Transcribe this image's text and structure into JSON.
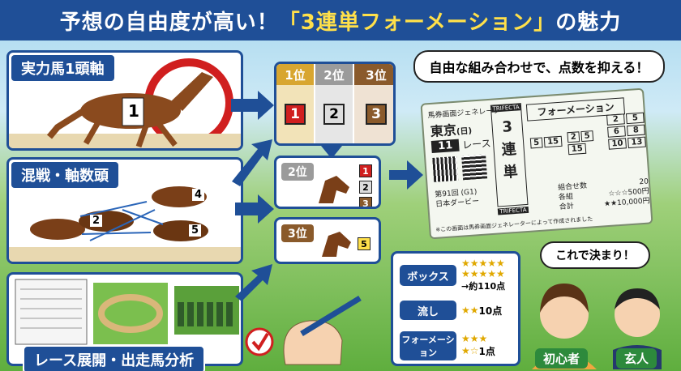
{
  "title": {
    "prefix": "予想の自由度が高い！",
    "highlight": "「3連単フォーメーション」",
    "suffix": "の魅力"
  },
  "panels": {
    "axis_one": "実力馬1頭軸",
    "mixed": "混戦・軸数頭",
    "analysis": "レース展開・出走馬分析"
  },
  "positions": {
    "first": "1位",
    "second": "2位",
    "third": "3位",
    "first_num": "1",
    "second_num": "2",
    "third_num": "3"
  },
  "second_panel": {
    "label": "2位",
    "picks": [
      "1",
      "2",
      "3"
    ]
  },
  "third_panel": {
    "label": "3位",
    "pick": "5"
  },
  "horse_numbers": {
    "lead": "1",
    "a": "4",
    "b": "2",
    "c": "5"
  },
  "bubble_top": "自由な組み合わせで、点数を抑える！",
  "ticket": {
    "header": "馬券画面ジェネレーター",
    "venue": "東京",
    "day": "(日)",
    "race_no": "11",
    "race_label": "レース",
    "trifecta": "TRIFECTA",
    "type_vertical": [
      "3",
      "連",
      "単"
    ],
    "formation": "フォーメーション",
    "col1": [
      "5",
      "15"
    ],
    "col2": [
      "2",
      "5",
      "15"
    ],
    "col3": [
      "2",
      "5",
      "6",
      "8",
      "10",
      "13"
    ],
    "race_name_1": "第91回 (G1)",
    "race_name_2": "日本ダービー",
    "combo_label": "組合せ数",
    "combo_value": "20",
    "each_label": "各組",
    "each_value": "☆☆☆500円",
    "total_label": "合計",
    "total_value": "★★10,000円",
    "footnote": "※この画面は馬券画面ジェネレーターによって作成されました"
  },
  "comparison": {
    "box": "ボックス",
    "box_points": "→約110点",
    "flow": "流し",
    "flow_points": "10点",
    "formation": "フォーメーション",
    "formation_points": "1点"
  },
  "bubble_bottom": "これで決まり！",
  "people": {
    "beginner": "初心者",
    "expert": "玄人"
  },
  "colors": {
    "navy": "#1f4f97",
    "gold": "#d8a630",
    "gray": "#9b9b9b",
    "brown": "#8a5a2b",
    "red": "#d01f1f",
    "yellow": "#ffe04a"
  }
}
